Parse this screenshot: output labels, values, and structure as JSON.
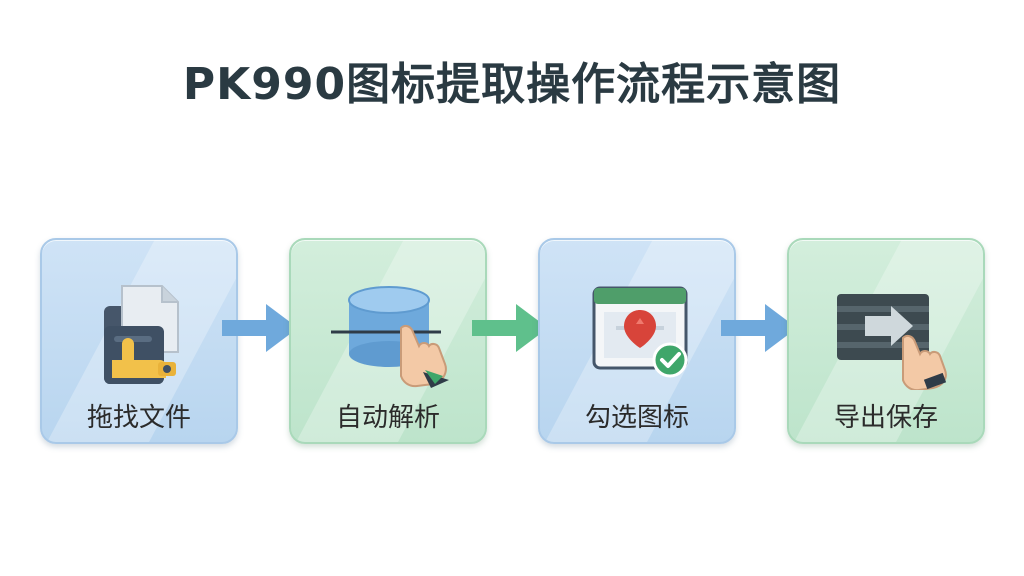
{
  "title": "PK990图标提取操作流程示意图",
  "steps": [
    {
      "label": "拖找文件",
      "icon": "file-drag-icon",
      "color": "#cfe3f6"
    },
    {
      "label": "自动解析",
      "icon": "database-pointer-icon",
      "color": "#d3eedc"
    },
    {
      "label": "勾选图标",
      "icon": "window-checkmark-icon",
      "color": "#cfe3f6"
    },
    {
      "label": "导出保存",
      "icon": "export-pointer-icon",
      "color": "#d3eedc"
    }
  ],
  "colors": {
    "blue_arrow": "#6fa9dc",
    "green_arrow": "#5fc08c",
    "title_text": "#2a3a42"
  }
}
